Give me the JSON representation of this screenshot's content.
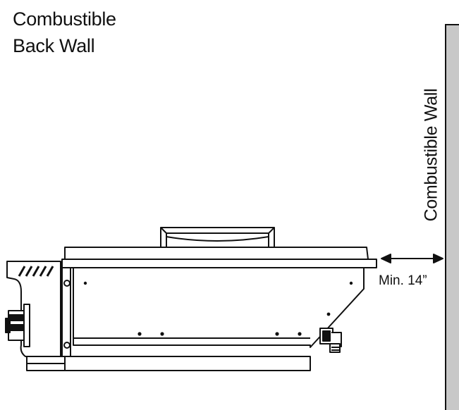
{
  "back_wall_label": [
    "Combustible",
    "Back Wall"
  ],
  "side_wall_label": "Combustible Wall",
  "clearance_label": "Min. 14”",
  "colors": {
    "wall_fill": "#c8c8c8",
    "line": "#111111",
    "background": "#ffffff"
  }
}
